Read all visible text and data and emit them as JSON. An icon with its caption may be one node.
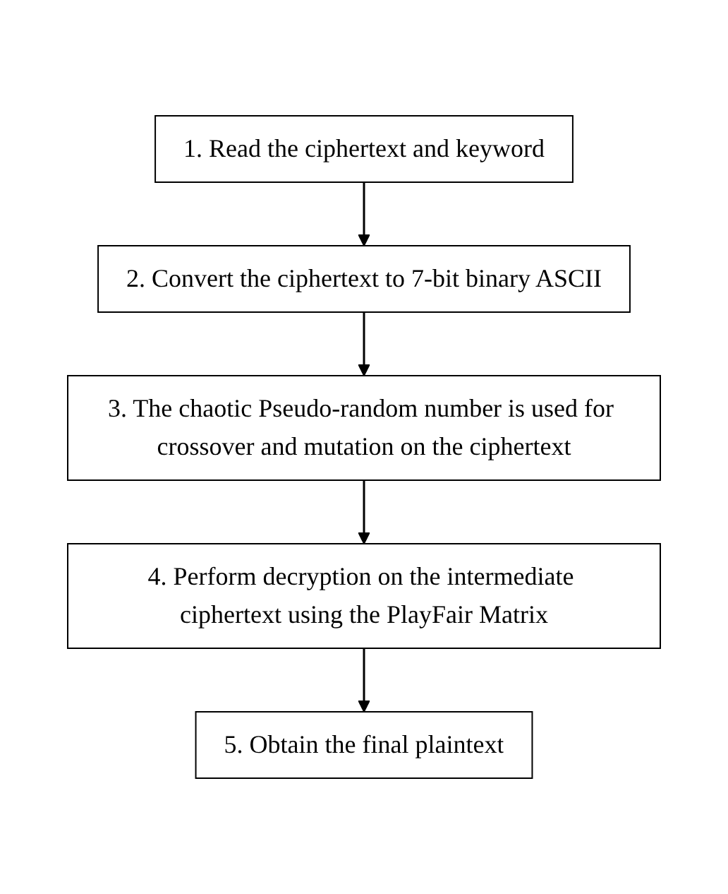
{
  "diagram": {
    "nodes": [
      {
        "text": [
          "1. Read the ciphertext and keyword"
        ]
      },
      {
        "text": [
          "2. Convert the ciphertext to 7-bit binary ASCII"
        ]
      },
      {
        "text": [
          "3. The chaotic Pseudo-random number is used for crossover and mutation on the ciphertext"
        ]
      },
      {
        "text": [
          "4. Perform decryption on the intermediate ciphertext using the PlayFair Matrix"
        ]
      },
      {
        "text": [
          "5. Obtain the final plaintext"
        ]
      }
    ],
    "edges": [
      {
        "from": 0,
        "to": 1,
        "arrow": "to"
      },
      {
        "from": 1,
        "to": 2,
        "arrow": "to"
      },
      {
        "from": 2,
        "to": 3,
        "arrow": "to"
      },
      {
        "from": 3,
        "to": 4,
        "arrow": "to"
      }
    ]
  }
}
